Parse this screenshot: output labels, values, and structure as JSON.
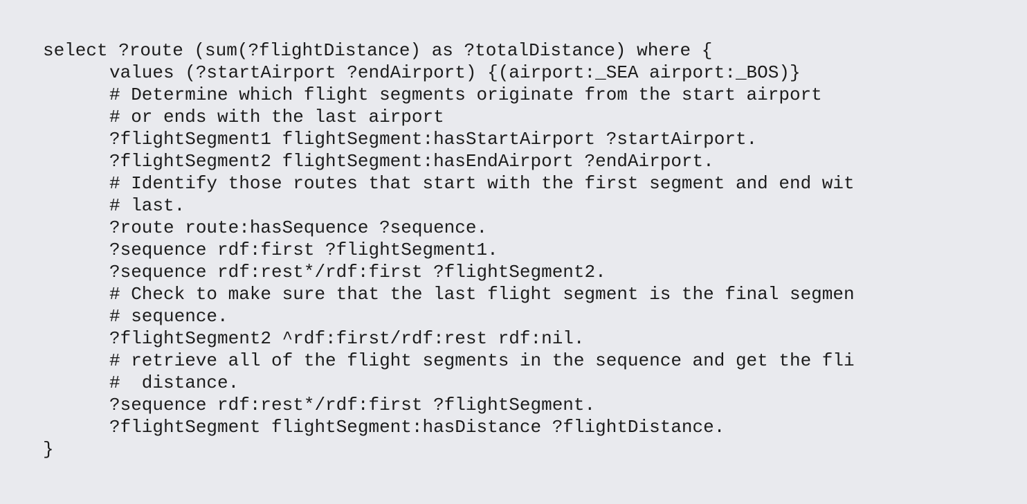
{
  "code": {
    "lines": [
      "select ?route (sum(?flightDistance) as ?totalDistance) where {",
      "values (?startAirport ?endAirport) {(airport:_SEA airport:_BOS)}",
      "# Determine which flight segments originate from the start airport",
      "# or ends with the last airport",
      "?flightSegment1 flightSegment:hasStartAirport ?startAirport.",
      "?flightSegment2 flightSegment:hasEndAirport ?endAirport.",
      "# Identify those routes that start with the first segment and end wit",
      "# last.",
      "?route route:hasSequence ?sequence.",
      "?sequence rdf:first ?flightSegment1.",
      "?sequence rdf:rest*/rdf:first ?flightSegment2.",
      "# Check to make sure that the last flight segment is the final segmen",
      "# sequence.",
      "?flightSegment2 ^rdf:first/rdf:rest rdf:nil.",
      "# retrieve all of the flight segments in the sequence and get the fli",
      "#  distance.",
      "?sequence rdf:rest*/rdf:first ?flightSegment.",
      "?flightSegment flightSegment:hasDistance ?flightDistance.",
      "}"
    ]
  }
}
